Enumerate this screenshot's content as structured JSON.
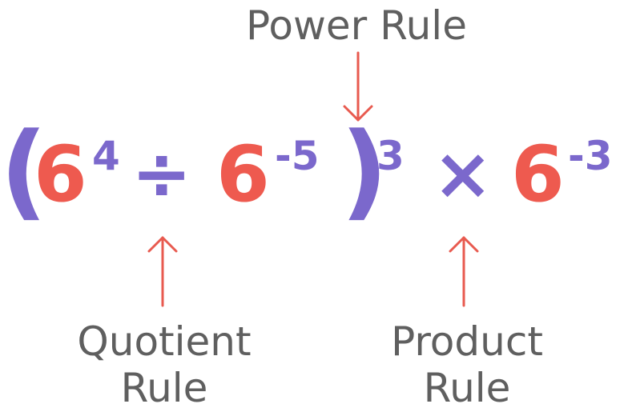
{
  "labels": {
    "power_rule": "Power Rule",
    "quotient_rule": [
      "Quotient",
      "Rule"
    ],
    "product_rule": [
      "Product",
      "Rule"
    ]
  },
  "expression": {
    "open_paren": "(",
    "close_paren": ")",
    "base_1": "6",
    "exp_1": "4",
    "divide": "÷",
    "base_2": "6",
    "exp_2": "-5",
    "outer_exp": "3",
    "times": "×",
    "base_3": "6",
    "exp_3": "-3"
  },
  "colors": {
    "base": "#ee5a4f",
    "operator_and_exponent": "#7b68cc",
    "label_text": "#5f5f5f",
    "arrow": "#e85a4f"
  }
}
